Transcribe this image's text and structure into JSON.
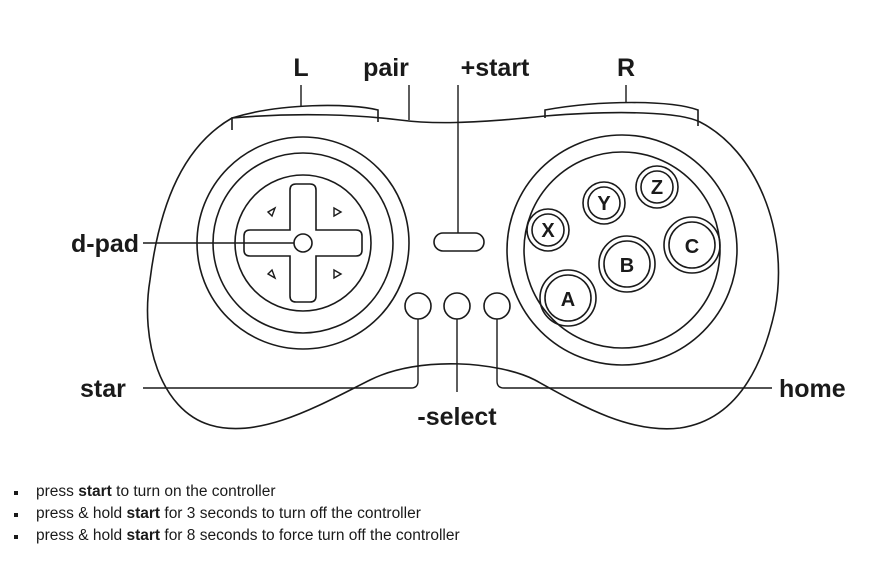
{
  "labels": {
    "l": "L",
    "pair": "pair",
    "start": "+start",
    "r": "R",
    "dpad": "d-pad",
    "star": "star",
    "select": "-select",
    "home": "home"
  },
  "face_buttons": {
    "x": "X",
    "y": "Y",
    "z": "Z",
    "a": "A",
    "b": "B",
    "c": "C"
  },
  "notes": [
    {
      "pre": "press ",
      "bold": "start",
      "post": " to turn on the controller"
    },
    {
      "pre": "press & hold ",
      "bold": "start",
      "post": " for 3 seconds to turn off the controller"
    },
    {
      "pre": "press & hold ",
      "bold": "start",
      "post": " for 8 seconds to force turn off the controller"
    }
  ]
}
